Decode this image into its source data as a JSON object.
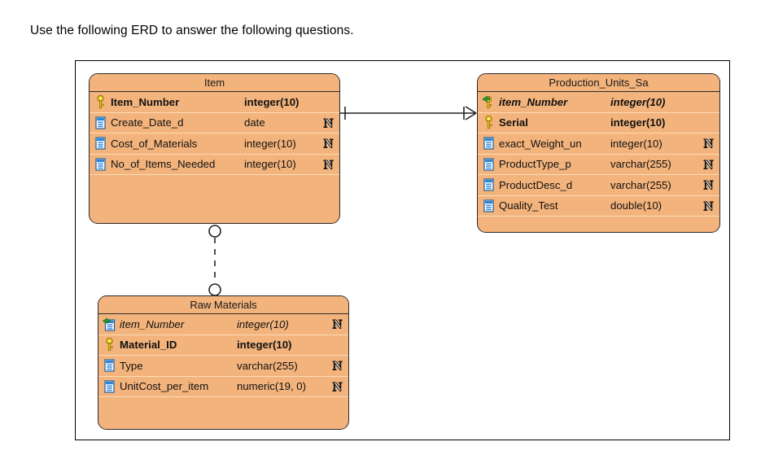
{
  "prompt": {
    "text": "Use the following ERD to answer the following questions."
  },
  "diagram": {
    "type": "erd",
    "notation": "crows-foot",
    "entity_fill_color": "#f3b37c",
    "entity_border_color": "#2b2b2b",
    "row_divider_color": "#fbddb7",
    "frame_border_color": "#000000",
    "entities": [
      {
        "id": "item",
        "title": "Item",
        "attributes": [
          {
            "icon": "primary-key-icon",
            "name": "Item_Number",
            "type": "integer(10)",
            "nullable_marker": "",
            "style": "pk"
          },
          {
            "icon": "column-icon",
            "name": "Create_Date_d",
            "type": "date",
            "nullable_marker": "N",
            "style": "normal"
          },
          {
            "icon": "column-icon",
            "name": "Cost_of_Materials",
            "type": "integer(10)",
            "nullable_marker": "N",
            "style": "normal"
          },
          {
            "icon": "column-icon",
            "name": "No_of_Items_Needed",
            "type": "integer(10)",
            "nullable_marker": "N",
            "style": "normal"
          }
        ]
      },
      {
        "id": "production_units_sa",
        "title": "Production_Units_Sa",
        "attributes": [
          {
            "icon": "foreign-primary-key-icon",
            "name": "item_Number",
            "type": "integer(10)",
            "nullable_marker": "",
            "style": "fkpk"
          },
          {
            "icon": "primary-key-icon",
            "name": "Serial",
            "type": "integer(10)",
            "nullable_marker": "",
            "style": "pk"
          },
          {
            "icon": "column-icon",
            "name": "exact_Weight_un",
            "type": "integer(10)",
            "nullable_marker": "N",
            "style": "normal"
          },
          {
            "icon": "column-icon",
            "name": "ProductType_p",
            "type": "varchar(255)",
            "nullable_marker": "N",
            "style": "normal"
          },
          {
            "icon": "column-icon",
            "name": "ProductDesc_d",
            "type": "varchar(255)",
            "nullable_marker": "N",
            "style": "normal"
          },
          {
            "icon": "column-icon",
            "name": "Quality_Test",
            "type": "double(10)",
            "nullable_marker": "N",
            "style": "normal"
          }
        ]
      },
      {
        "id": "raw_materials",
        "title": "Raw Materials",
        "attributes": [
          {
            "icon": "foreign-key-column-icon",
            "name": "item_Number",
            "type": "integer(10)",
            "nullable_marker": "N",
            "style": "fk"
          },
          {
            "icon": "primary-key-icon",
            "name": "Material_ID",
            "type": "integer(10)",
            "nullable_marker": "",
            "style": "pk"
          },
          {
            "icon": "column-icon",
            "name": "Type",
            "type": "varchar(255)",
            "nullable_marker": "N",
            "style": "normal"
          },
          {
            "icon": "column-icon",
            "name": "UnitCost_per_item",
            "type": "numeric(19, 0)",
            "nullable_marker": "N",
            "style": "normal"
          }
        ]
      }
    ],
    "relationships": [
      {
        "id": "item-to-production",
        "from_entity": "Item",
        "to_entity": "Production_Units_Sa",
        "line_style": "solid",
        "from_cardinality": "one-and-only-one",
        "to_cardinality": "one-or-many"
      },
      {
        "id": "item-to-raw-materials",
        "from_entity": "Item",
        "to_entity": "Raw Materials",
        "line_style": "dashed",
        "from_cardinality": "zero-or-one",
        "to_cardinality": "zero-or-many"
      }
    ]
  }
}
